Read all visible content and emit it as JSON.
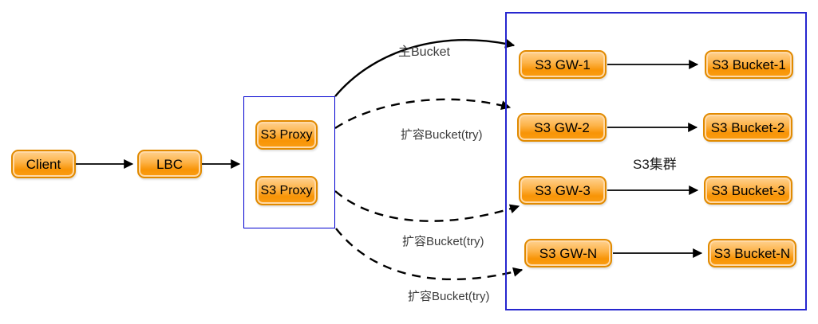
{
  "diagram": {
    "nodes": {
      "client": {
        "label": "Client"
      },
      "lbc": {
        "label": "LBC"
      },
      "proxies": [
        {
          "label": "S3 Proxy"
        },
        {
          "label": "S3 Proxy"
        }
      ],
      "cluster": {
        "label": "S3集群",
        "rows": [
          {
            "gw": "S3 GW-1",
            "bucket": "S3 Bucket-1"
          },
          {
            "gw": "S3 GW-2",
            "bucket": "S3 Bucket-2"
          },
          {
            "gw": "S3 GW-3",
            "bucket": "S3 Bucket-3"
          },
          {
            "gw": "S3 GW-N",
            "bucket": "S3 Bucket-N"
          }
        ]
      }
    },
    "edges": {
      "main_label": "主Bucket",
      "try_labels": [
        "扩容Bucket(try)",
        "扩容Bucket(try)",
        "扩容Bucket(try)"
      ]
    },
    "colors": {
      "node_fill_top": "#ffd292",
      "node_fill_bottom": "#f89406",
      "node_border": "#e18a00",
      "proxy_group_border": "#0000d0",
      "cluster_border": "#2626cf",
      "arrow": "#000000",
      "edge_label_text": "#3c3c3c"
    }
  }
}
